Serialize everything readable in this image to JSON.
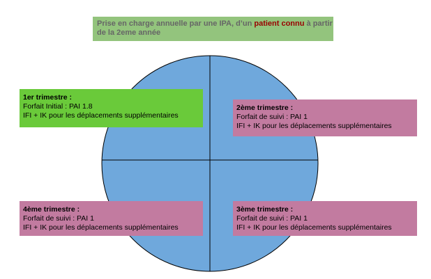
{
  "header": {
    "text_before": "Prise en charge annuelle par une IPA, d’un ",
    "text_highlight": "patient connu",
    "text_after": " à partir de la 2eme année"
  },
  "quadrants": [
    {
      "title": "1er trimestre :",
      "line1": "Forfait Initial : PAI 1.8",
      "line2": "IFI + IK pour les déplacements supplémentaires"
    },
    {
      "title": "2ème trimestre :",
      "line1": "Forfait de suivi : PAI 1",
      "line2": "IFI + IK pour les déplacements supplémentaires"
    },
    {
      "title": "3ème trimestre :",
      "line1": "Forfait de suivi : PAI 1",
      "line2": "IFI + IK pour les déplacements supplémentaires"
    },
    {
      "title": "4ème trimestre :",
      "line1": "Forfait de suivi : PAI 1",
      "line2": "IFI + IK pour les déplacements supplémentaires"
    }
  ],
  "colors": {
    "circle_fill": "#6fa8dc",
    "title_bg": "#93c47d",
    "title_text": "#666666",
    "highlight_text": "#990000",
    "first_quarter_bg": "#6aca3a",
    "other_quarter_bg": "#c27ba0"
  }
}
